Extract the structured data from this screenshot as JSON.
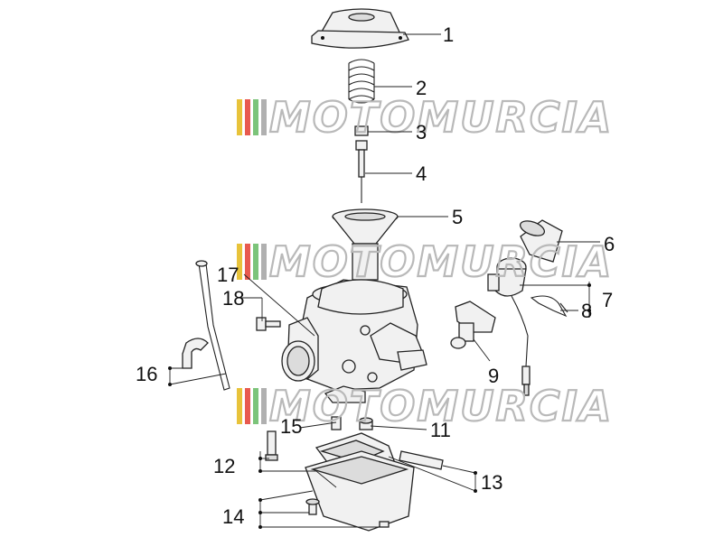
{
  "watermark": {
    "text": "MOTOMURCIA",
    "stripe_colors": [
      "#e8c33a",
      "#e85a4f",
      "#7cc47a",
      "#b0b0b0"
    ]
  },
  "callouts": {
    "c1": "1",
    "c2": "2",
    "c3": "3",
    "c4": "4",
    "c5": "5",
    "c6": "6",
    "c7": "7",
    "c8": "8",
    "c9": "9",
    "c11": "11",
    "c12": "12",
    "c13": "13",
    "c14": "14",
    "c15": "15",
    "c16": "16",
    "c17": "17",
    "c18": "18"
  }
}
